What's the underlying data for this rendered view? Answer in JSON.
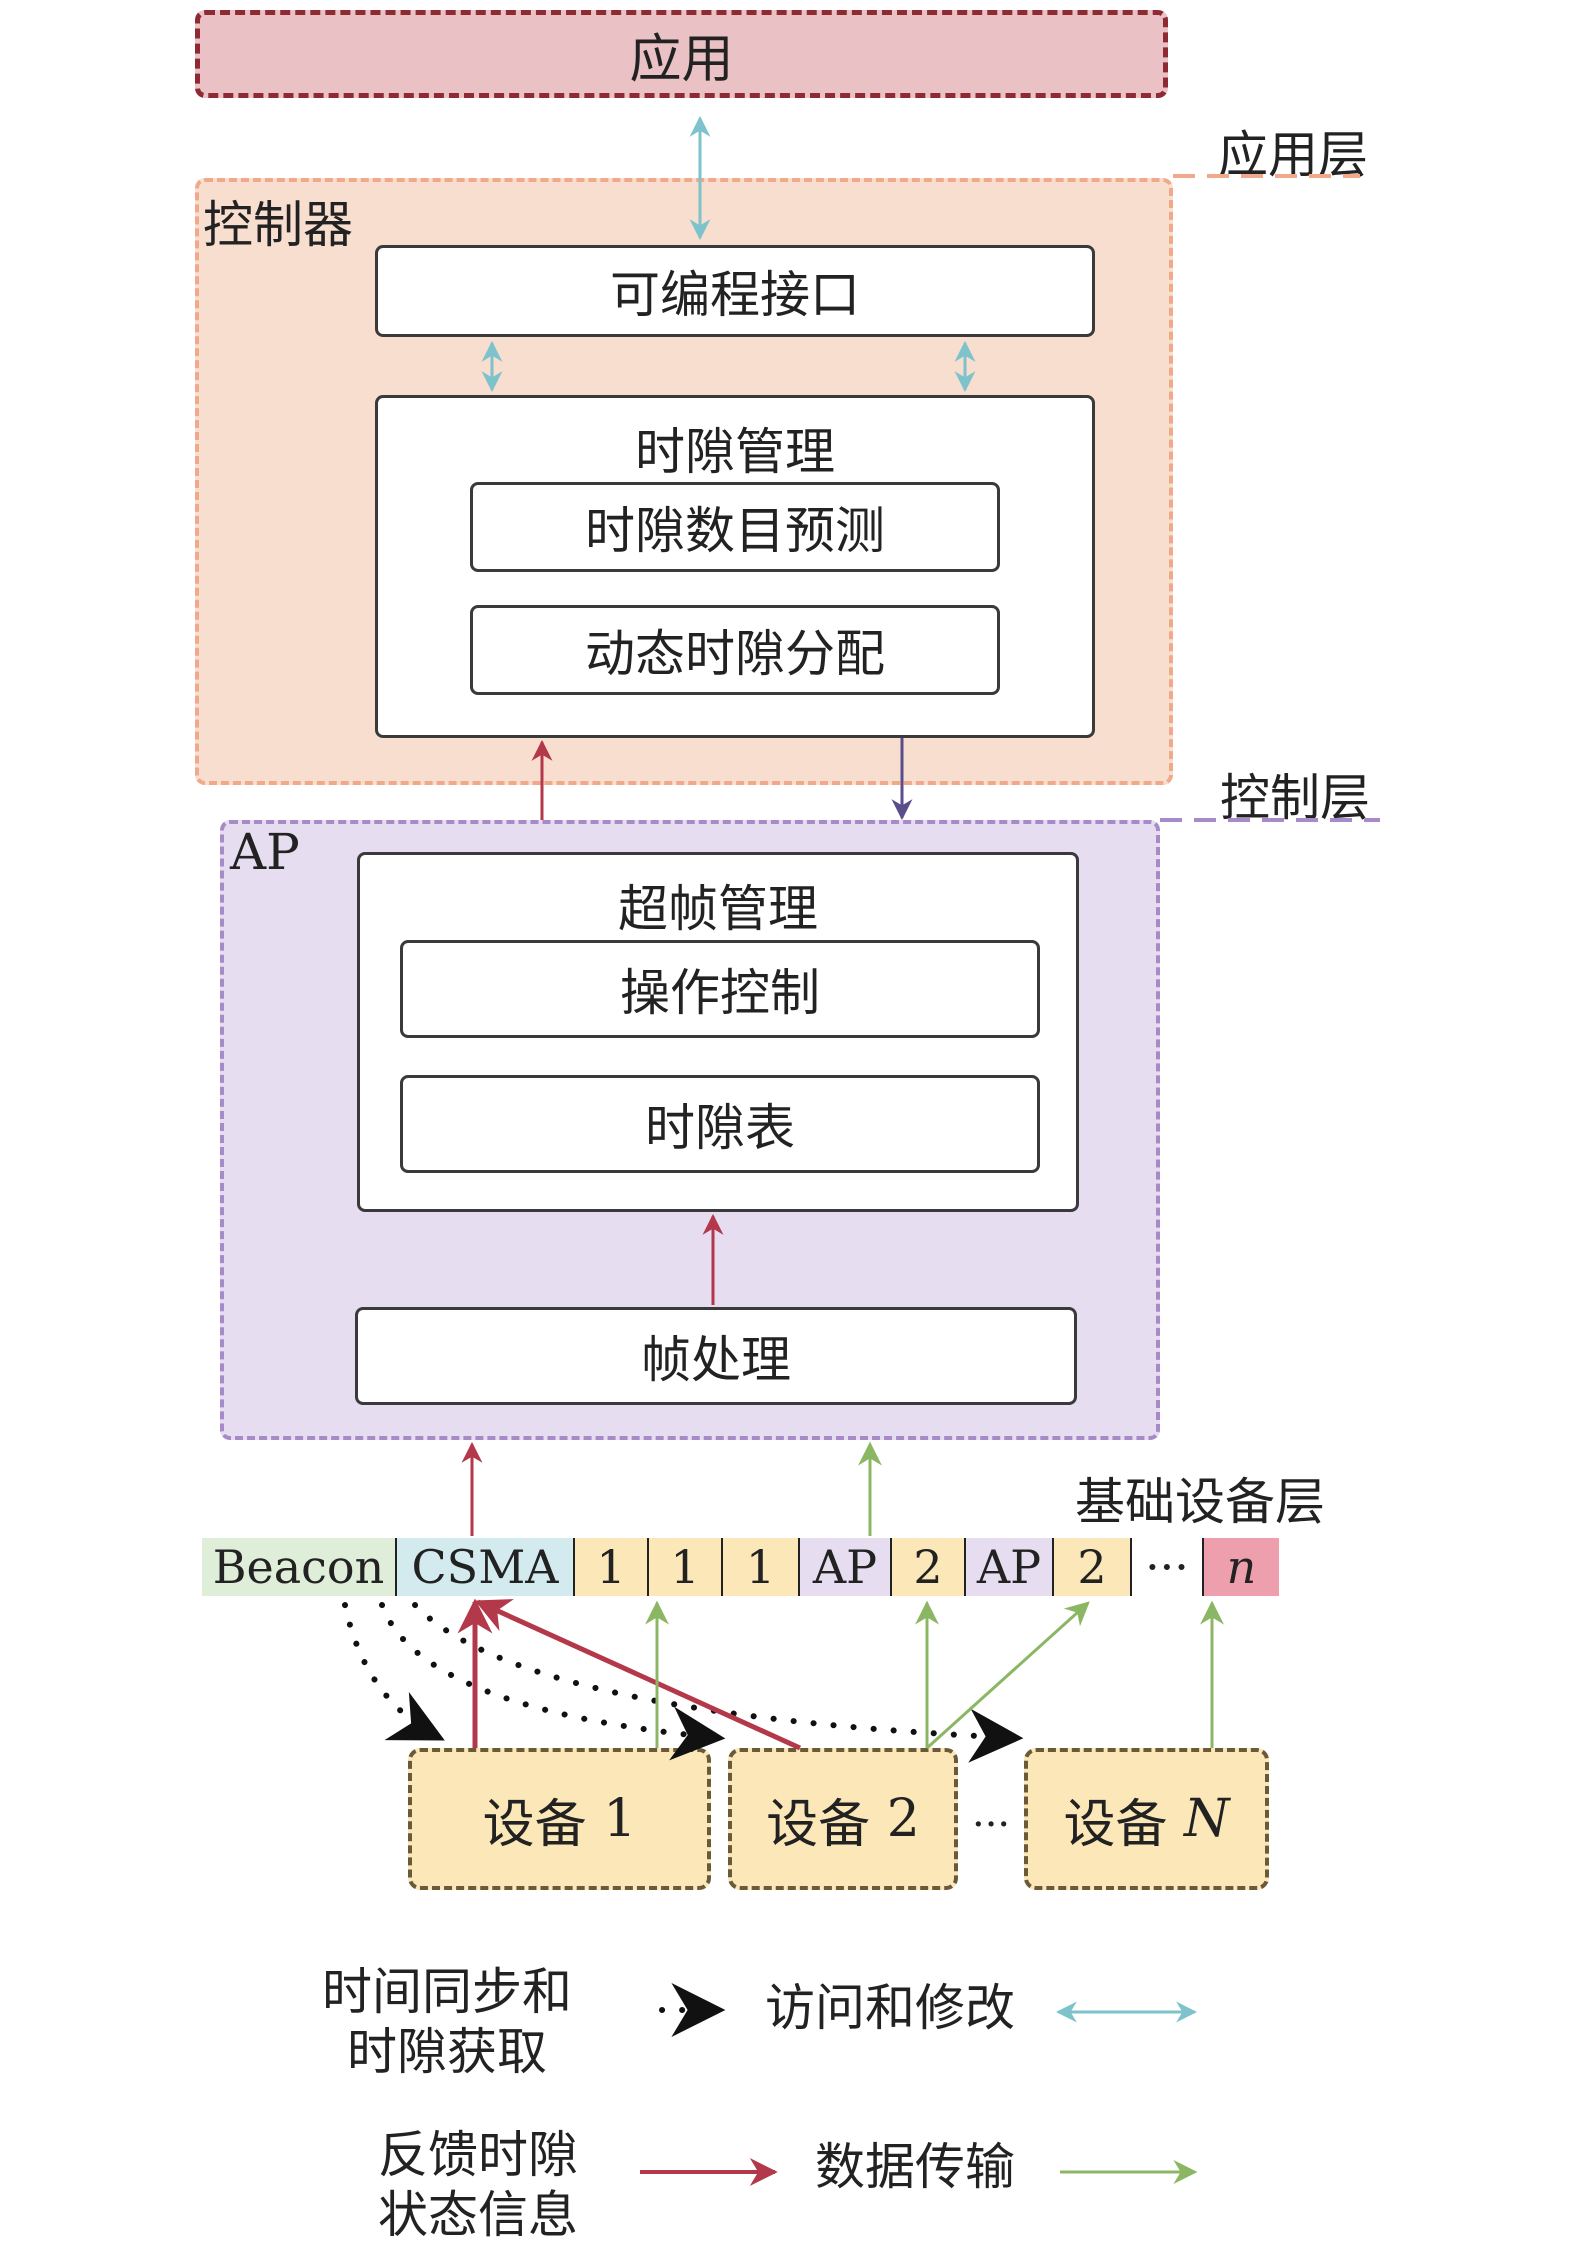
{
  "app": {
    "label": "应用"
  },
  "layers": {
    "app_layer": "应用层",
    "control_layer": "控制层",
    "infra_layer": "基础设备层"
  },
  "controller": {
    "label": "控制器",
    "programmable_interface": "可编程接口",
    "slot_management": {
      "title": "时隙管理",
      "items": [
        "时隙数目预测",
        "动态时隙分配"
      ]
    }
  },
  "ap": {
    "label": "AP",
    "superframe_management": {
      "title": "超帧管理",
      "items": [
        "操作控制",
        "时隙表"
      ]
    },
    "frame_processing": "帧处理"
  },
  "superframe": {
    "slots": [
      {
        "label": "Beacon",
        "color": "#dfeed8"
      },
      {
        "label": "CSMA",
        "color": "#d3ebee"
      },
      {
        "label": "1",
        "color": "#fbe7b8"
      },
      {
        "label": "1",
        "color": "#fbe7b8"
      },
      {
        "label": "1",
        "color": "#fbe7b8"
      },
      {
        "label": "AP",
        "color": "#e6ddf0"
      },
      {
        "label": "2",
        "color": "#fbe7b8"
      },
      {
        "label": "AP",
        "color": "#e6ddf0"
      },
      {
        "label": "2",
        "color": "#fbe7b8"
      },
      {
        "label": "···",
        "color": "#ffffff"
      },
      {
        "label": "n",
        "color": "#ee9fae"
      }
    ]
  },
  "devices": [
    {
      "name": "设备",
      "index": "1"
    },
    {
      "name": "设备",
      "index": "2"
    },
    {
      "name": "设备",
      "index": "N"
    }
  ],
  "device_ellipsis": "···",
  "legend": {
    "sync_line1": "时间同步和",
    "sync_line2": "时隙获取",
    "access": "访问和修改",
    "feedback_line1": "反馈时隙",
    "feedback_line2": "状态信息",
    "data": "数据传输"
  },
  "colors": {
    "app_fill": "#eac2c6",
    "app_border": "#8e2a33",
    "controller_fill": "#f8decf",
    "controller_border": "#f0a98a",
    "ap_fill": "#e6ddf0",
    "ap_border": "#a78bc9",
    "access_arrow": "#7ec3cb",
    "feedback_arrow": "#b3394a",
    "data_arrow": "#8bb764",
    "down_arrow": "#5b4c8c"
  }
}
